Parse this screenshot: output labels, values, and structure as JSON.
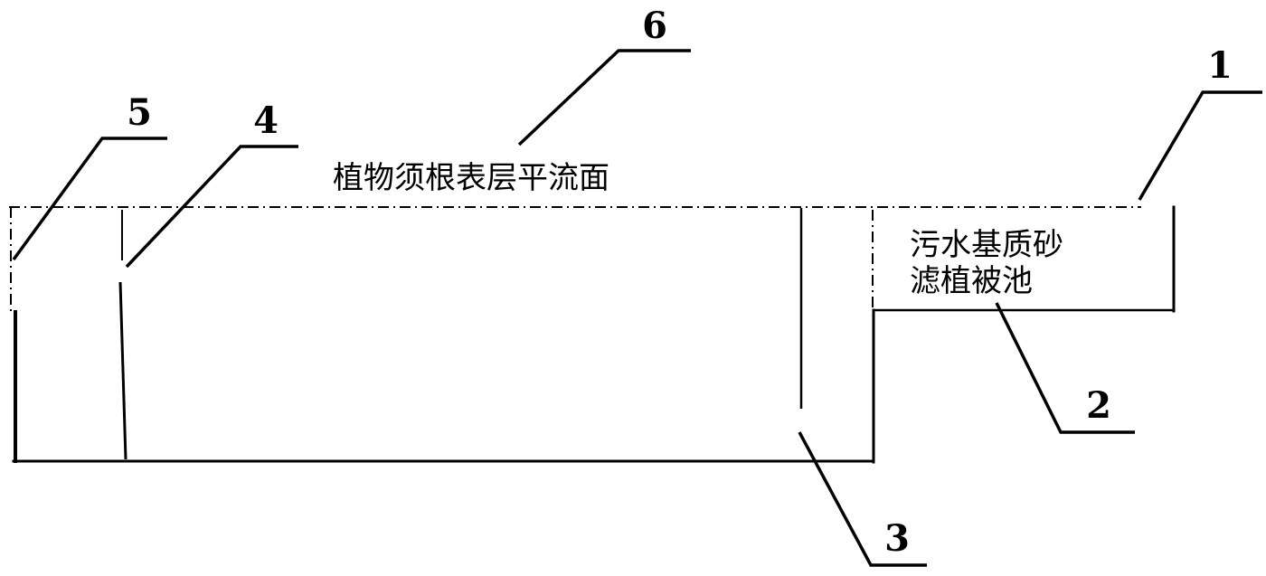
{
  "diagram": {
    "surface_label": "植物须根表层平流面",
    "pool_label_line1": "污水基质砂",
    "pool_label_line2": "滤植被池",
    "callouts": [
      "1",
      "2",
      "3",
      "4",
      "5",
      "6"
    ],
    "line_color": "#000000",
    "background": "#ffffff"
  }
}
